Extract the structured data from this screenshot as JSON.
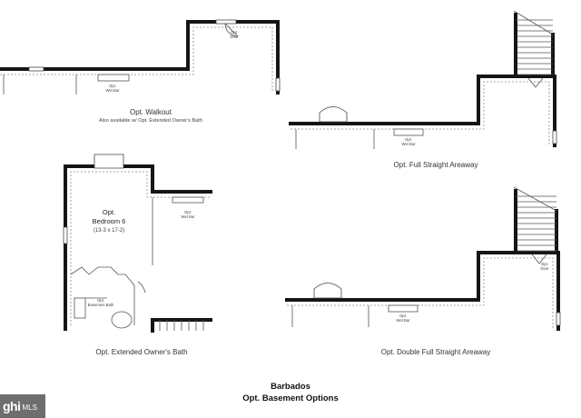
{
  "labels": {
    "walkout_title": "Opt. Walkout",
    "walkout_sub": "Also available w/ Opt. Extended Owner's Bath",
    "full_areaway": "Opt. Full Straight Areaway",
    "bedroom_title_1": "Opt.",
    "bedroom_title_2": "Bedroom 6",
    "bedroom_dims": "(13-3 x 17-2)",
    "extended_bath": "Opt. Extended Owner's Bath",
    "double_areaway": "Opt. Double Full Straight Areaway",
    "wet_bar_1": "Opt.",
    "wet_bar_2": "Wet Bar",
    "door_1": "Opt.",
    "door_2": "Door",
    "bsmt_bath_1": "Opt.",
    "bsmt_bath_2": "Basement Bath"
  },
  "footer": {
    "model": "Barbados",
    "caption": "Opt. Basement Options"
  },
  "watermark": {
    "logo": "ghi",
    "suffix": "MLS"
  }
}
